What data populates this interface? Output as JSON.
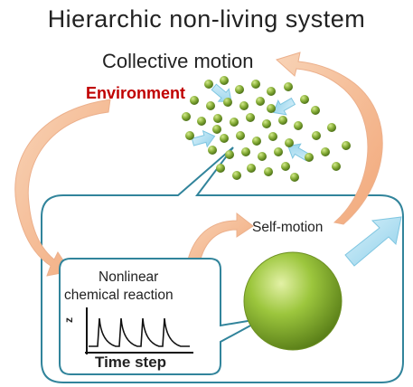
{
  "title": "Hierarchic non-living system",
  "labels": {
    "collective_motion": "Collective motion",
    "environment": "Environment",
    "self_motion": "Self-motion",
    "reaction_line1": "Nonlinear",
    "reaction_line2": "chemical reaction",
    "plot_y_axis": "z",
    "plot_x_axis": "Time step"
  },
  "colors": {
    "environment_text": "#c00000",
    "particle": "#7ea335",
    "sphere": "#8fb731",
    "panel_border": "#31849b",
    "flow_arrow": "#f4b183",
    "motion_arrow": "#9ed8ec"
  },
  "icons": [
    "droplet-sphere",
    "particle-cluster",
    "oscillation-plot",
    "flow-arrow",
    "motion-arrow"
  ]
}
